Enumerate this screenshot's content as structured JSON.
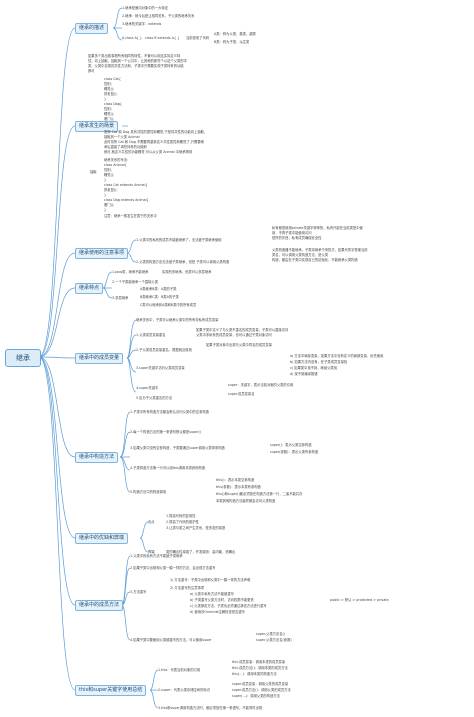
{
  "root": {
    "label": "继承"
  },
  "branches": [
    {
      "label": "继承的描述"
    },
    {
      "label": "继承发生的场景"
    },
    {
      "label": "继承使用的注意事项"
    },
    {
      "label": "继承特点"
    },
    {
      "label": "继承中的成员变量"
    },
    {
      "label": "继承中构造方法"
    },
    {
      "label": "继承中的优缺和弊端"
    },
    {
      "label": "继承中的成员方法"
    },
    {
      "label": "this和super关键字使用总结"
    }
  ],
  "texts": {
    "d1": "1.继承是面向对象中的一大特征",
    "d2": "2.继承：就今后是让相同关系，子父类的继承关系",
    "d3": "3.继承的关键字：extends",
    "d4": "A class A{ }",
    "d5": "class B extends A{ }",
    "d6": "当前是老了代码",
    "d7": "A类：称为父类，基类，超类",
    "d8": "B类：称为子类，派生类",
    "s1": "如果多个类出现事物所有相同的特性，不管可以用这实际定义特",
    "s2": "性，向上抽取，抽取到一个公共中，让其他的那些个以这个父类的字",
    "s3": "类，父类中实现的共性方法和，子类中只需要实现子类特有的功能",
    "s4": "即可",
    "c1": "class Cat{",
    "c2": "性别;",
    "c3": "睡觉();",
    "c4": "抓老鼠();",
    "c5": "}",
    "c6": "class Dog{",
    "c7": "性别;",
    "c8": "睡觉();",
    "c9": "看门();",
    "c10": "}",
    "c11": "发现 Cat 和 Dog 具有共性的属性和睡觉,于是将共性的功能向上抽取，",
    "c12": "抽取到一个父类 Animal",
    "c13": "此时将所 Cat 和 Dog 不需要再重新定义共性属性和睡觉了,只需要继",
    "c14": "承后直接了事些特有的功能即",
    "c15": "就可,就定义共性的功能睡觉 可以从父类 Animal 中继承得到",
    "c16": "抽取",
    "c17": "继承关系的写法:",
    "c18": "class Animal{",
    "c19": "性别;",
    "c20": "睡觉();",
    "c21": "}",
    "c22": "class Cat extends Animal{",
    "c23": "抓老鼠();",
    "c24": "}",
    "c25": "class Dog extends Animal{",
    "c26": "看门();",
    "c27": "}",
    "c28": "注意：继承一般发生在属于的关系中",
    "n1": "1.父类中的私有的成员不能被继承了，无法被子类继承使用",
    "n1a": "私有都是使用private关键字修饰的，私有只能在当前类型中使",
    "n1b": "用，不再子类中能使用访问",
    "n1c": "是所的东西，私有成员确保安全性",
    "n2": "2.父类的构造方法无法被子类继承，但是 子类可以调用父类构造",
    "n2a": "父类构造器不能继承，子类将继承于来的方，如果代的字是使当前",
    "n2b": "类名，可以调用父类构造方法，是父类",
    "n2c": "构造，都由在子类中实现自己的初始化，不能继承父类构造",
    "f1": "1.java类，继承不能继承",
    "f1b": "实现的多继承，但类可以多层继承",
    "f2": "2.一个子类能继承一个直接父类",
    "f3": "3.多层继承",
    "f3a": "A类继承B类：A类的子类",
    "f3b": "B类继承C类：B类A的子类",
    "f3c": "C类可以继承到A类和B类中的所有成员",
    "v0": "继承关系中，子类可以继承父类中的所有非私有成员变量",
    "v1": "1.父类成员变量重名",
    "v1a": "如果子类中定义了与父类不重名的成员变量，子类可以直接访问",
    "v1b": "父类中非私有的成员变量，也可以通过子类对象访问",
    "v2": "2.子父类成员变量重名，根据就近原则",
    "v2a": "如果子类对象中出现与父类中同名的成员变量",
    "v3": "3.super关键字访问父类成员变量",
    "v3a": "a) 方法中局部变量，如果方法中没有定义的局部变量，优先使用",
    "v3b": "b) 如果方法内没有，在子类成员变量找",
    "v3c": "c) 如果类中找不到，继续父类找",
    "v3d": "d) 找不到编译报错",
    "v4": "4.super关键字",
    "v4a": "super：关键字，表示当前对象的父类的引用",
    "v5": "5.区分子父类重名的方法",
    "v5a": "super.成员变量名",
    "k1": "1.子类中所有构造方法都会默认访问父类中的空参构造",
    "k2": "2.每一个构造方法的第一条语句默认都是super()",
    "k3": "3.如果父类中没有空参构造，子类要通过super调用父类带参构造",
    "k3a": "super()：表示父类空参构造",
    "k3b": "super(参数)：表示父类有参构造",
    "k4": "4.子类构造方法第一行可以用this调用本类其他构造",
    "k5": "5.构造方法中的构造调用",
    "k5a": "this()：表示本类空参构造",
    "k5b": "this(参数)：表示本类有参构造",
    "k5c": "this()和super()都必须放在构造方法第一行，二者不能共存",
    "k5d": "本类其他构造方法最终都会访问父类构造",
    "y1": "优点",
    "y1a": "1.提高代码的复用性",
    "y1b": "2.提高了代码的维护性",
    "y1c": "3.让类与类之间产生关系，是多态的前提",
    "y2": "弊端",
    "y2a": "类的耦合性增强了，开发原则：高内聚，低耦合",
    "m1": "1.父类中的私有方法不能被子类继承",
    "m2": "2.如果子类中出现和父类一模一样的方法，会出现方法重写",
    "m3": "3.方法重写",
    "m3a": "1) 方法重写：子类中出现和父类中一模一样的方法声明",
    "m3b": "2) 方法重写的注意事项",
    "m3c": "a) 父类中私有方法不能被重写",
    "m3d": "b) 子类重写父类方法时，访问权限不能更低",
    "m3e": "c) 父类静态方法，子类也必须通过静态方法进行重写",
    "m3f": "public > 默认 > protected > private",
    "m3g": "d) 使用@Override注解检查是否重写",
    "m4": "4.如果子类中要使用父类被重写的方法，可以使用super",
    "m4a": "super.父类方法名()",
    "m4b": "super.父类方法名(参数)",
    "z1": "1.this：代表当前对象的引用",
    "z1a": "this.成员变量：调用本类的成员变量",
    "z1b": "this.成员方法()：调用本类的成员方法",
    "z1c": "this(...)：调用本类的构造方法",
    "z2": "2.super：代表父类存储空间的标识",
    "z2a": "super.成员变量：调用父类的成员变量",
    "z2b": "super.成员方法()：调用父类的成员方法",
    "z2c": "super(...)：调用父类的构造方法",
    "z3": "3.this和super调用构造方法时，都必须放在第一条语句，不能同时出现"
  }
}
